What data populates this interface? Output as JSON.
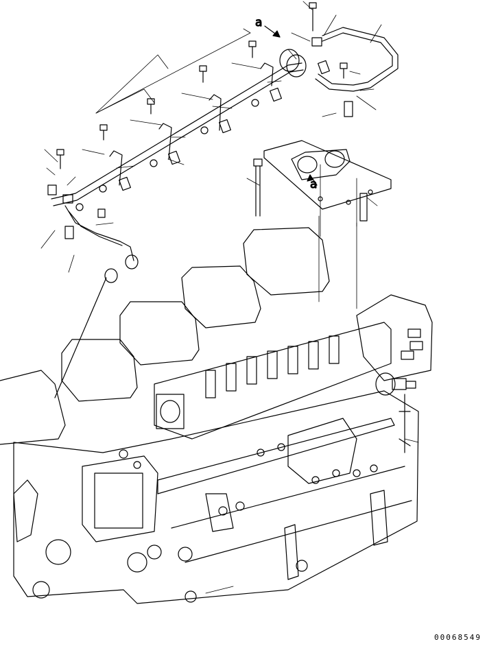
{
  "diagram": {
    "callout_a_top": "a",
    "callout_a_plate": "a",
    "document_number": "00068549"
  },
  "colors": {
    "line": "#000000",
    "background": "#ffffff"
  }
}
